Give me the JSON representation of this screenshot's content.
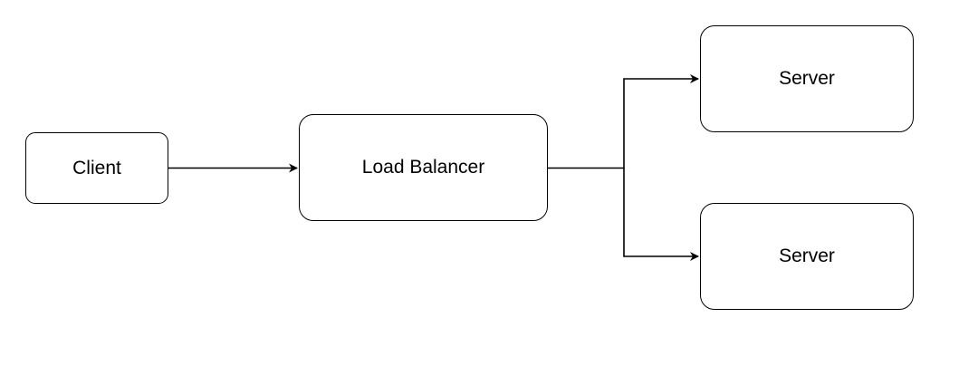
{
  "diagram": {
    "nodes": {
      "client": {
        "label": "Client"
      },
      "load_balancer": {
        "label": "Load Balancer"
      },
      "server_top": {
        "label": "Server"
      },
      "server_bottom": {
        "label": "Server"
      }
    },
    "edges": [
      {
        "from": "client",
        "to": "load_balancer"
      },
      {
        "from": "load_balancer",
        "to": "server_top"
      },
      {
        "from": "load_balancer",
        "to": "server_bottom"
      }
    ],
    "colors": {
      "stroke": "#000000",
      "fill": "#ffffff",
      "text": "#000000"
    }
  }
}
